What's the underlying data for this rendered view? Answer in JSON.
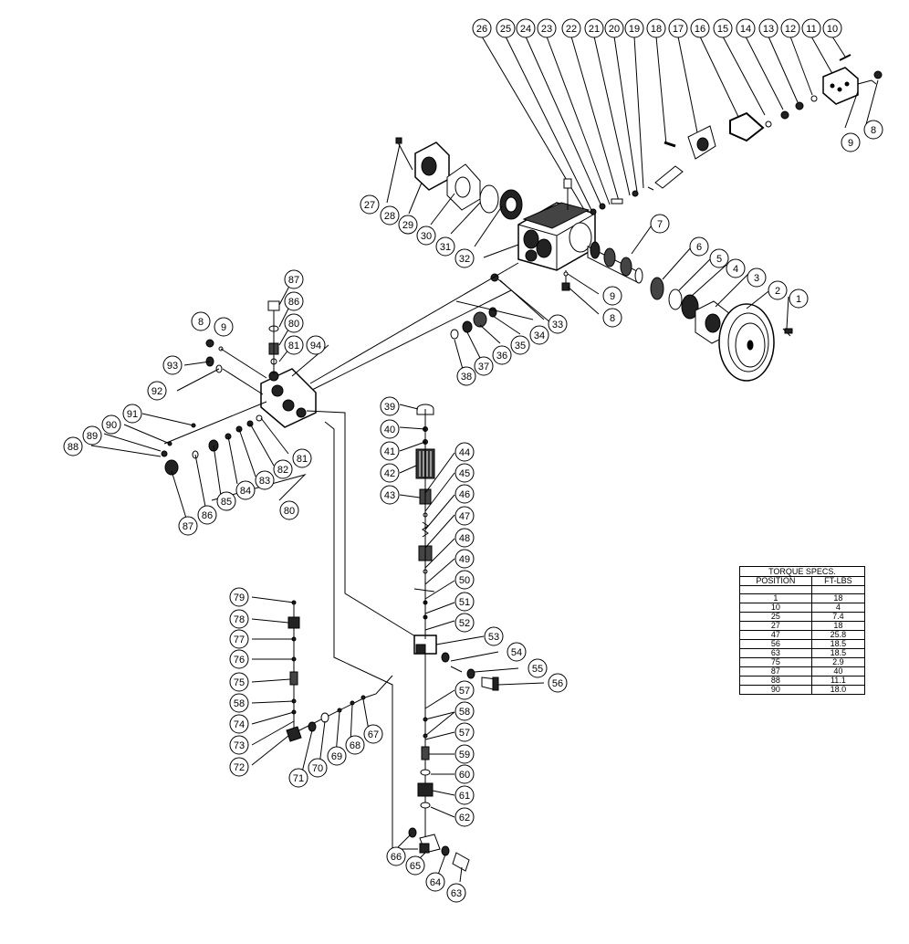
{
  "callouts": [
    "1",
    "2",
    "3",
    "4",
    "5",
    "6",
    "7",
    "8",
    "9",
    "10",
    "11",
    "12",
    "13",
    "14",
    "15",
    "16",
    "17",
    "18",
    "19",
    "20",
    "21",
    "22",
    "23",
    "24",
    "25",
    "26",
    "27",
    "28",
    "29",
    "30",
    "31",
    "32",
    "33",
    "34",
    "35",
    "36",
    "37",
    "38",
    "39",
    "40",
    "41",
    "42",
    "43",
    "44",
    "45",
    "46",
    "47",
    "48",
    "49",
    "50",
    "51",
    "52",
    "53",
    "54",
    "55",
    "56",
    "57",
    "58",
    "59",
    "60",
    "61",
    "62",
    "63",
    "64",
    "65",
    "66",
    "67",
    "68",
    "69",
    "70",
    "71",
    "72",
    "73",
    "74",
    "75",
    "76",
    "77",
    "78",
    "79",
    "80",
    "81",
    "82",
    "83",
    "84",
    "85",
    "86",
    "87",
    "88",
    "89",
    "90",
    "91",
    "92",
    "93",
    "94"
  ],
  "torque": {
    "title": "TORQUE SPECS.",
    "headers": [
      "POSITION",
      "FT-LBS"
    ],
    "rows": [
      [
        "1",
        "18"
      ],
      [
        "10",
        "4"
      ],
      [
        "25",
        "7.4"
      ],
      [
        "27",
        "18"
      ],
      [
        "47",
        "25.8"
      ],
      [
        "56",
        "18.5"
      ],
      [
        "63",
        "18.5"
      ],
      [
        "75",
        "2.9"
      ],
      [
        "87",
        "40"
      ],
      [
        "88",
        "11.1"
      ],
      [
        "90",
        "18.0"
      ]
    ]
  }
}
